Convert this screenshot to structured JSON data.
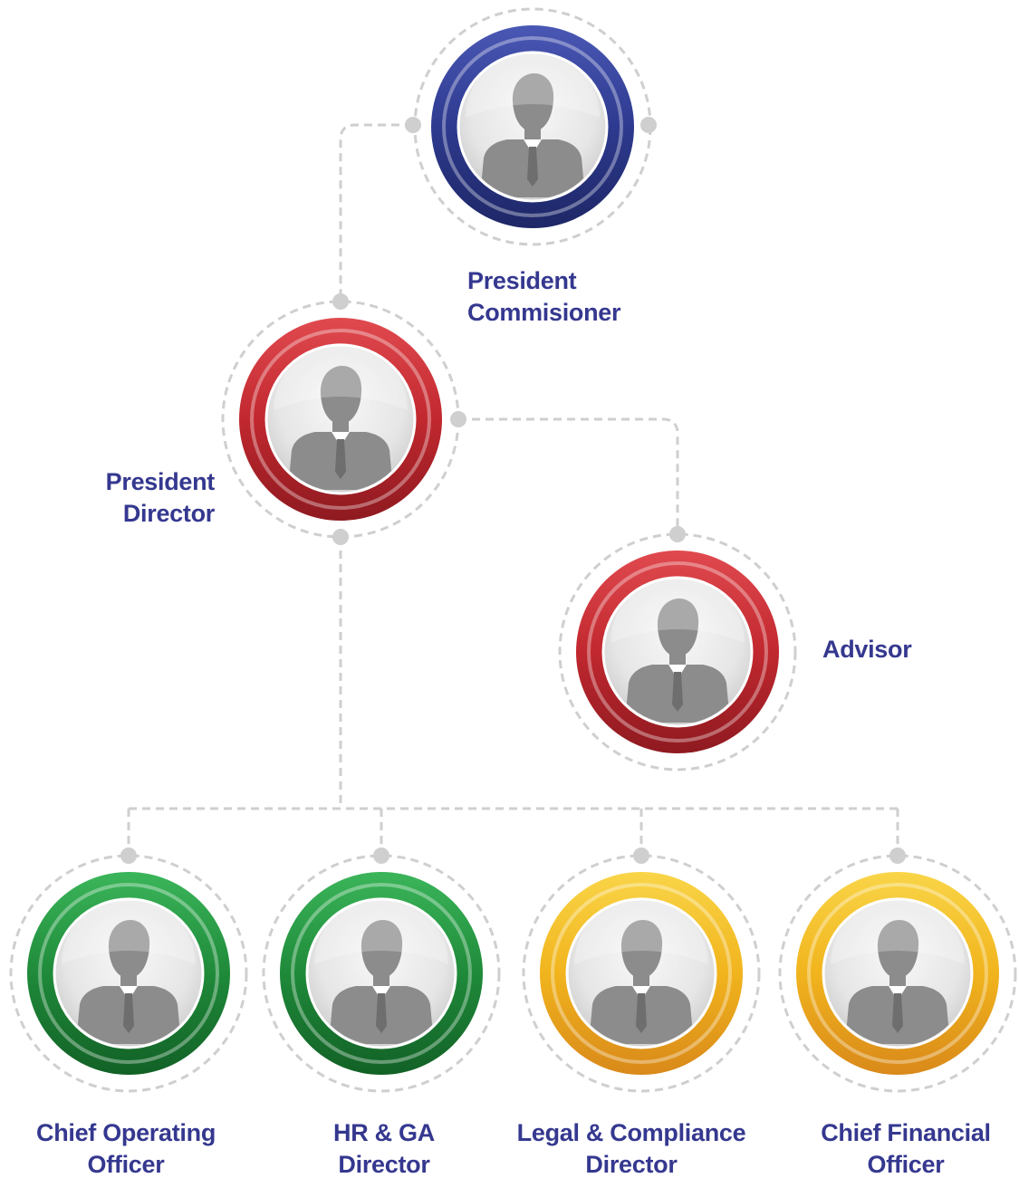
{
  "colors": {
    "label_text": "#35388f",
    "connector": "#cfcfcf",
    "blue_ring": "#2e3a8f",
    "red_ring": "#b8232b",
    "green_ring": "#1f8a3a",
    "yellow_ring": "#f0b31c",
    "avatar_bg": "#e9e9e9",
    "silhouette": "#8c8c8c"
  },
  "nodes": [
    {
      "id": "president-commissioner",
      "ring": "blue",
      "icon": "person-silhouette-icon",
      "label_lines": [
        "President",
        "Commisioner"
      ]
    },
    {
      "id": "president-director",
      "ring": "red",
      "icon": "person-silhouette-icon",
      "label_lines": [
        "President",
        "Director"
      ]
    },
    {
      "id": "advisor",
      "ring": "red",
      "icon": "person-silhouette-icon",
      "label_lines": [
        "Advisor"
      ]
    },
    {
      "id": "chief-operating-officer",
      "ring": "green",
      "icon": "person-silhouette-icon",
      "label_lines": [
        "Chief Operating",
        "Officer"
      ]
    },
    {
      "id": "hr-ga-director",
      "ring": "green",
      "icon": "person-silhouette-icon",
      "label_lines": [
        "HR & GA",
        "Director"
      ]
    },
    {
      "id": "legal-compliance-director",
      "ring": "yellow",
      "icon": "person-silhouette-icon",
      "label_lines": [
        "Legal & Compliance",
        "Director"
      ]
    },
    {
      "id": "chief-financial-officer",
      "ring": "yellow",
      "icon": "person-silhouette-icon",
      "label_lines": [
        "Chief Financial",
        "Officer"
      ]
    }
  ],
  "edges": [
    {
      "from": "president-commissioner",
      "to": "president-director"
    },
    {
      "from": "president-director",
      "to": "advisor"
    },
    {
      "from": "president-director",
      "to": "chief-operating-officer"
    },
    {
      "from": "president-director",
      "to": "hr-ga-director"
    },
    {
      "from": "president-director",
      "to": "legal-compliance-director"
    },
    {
      "from": "president-director",
      "to": "chief-financial-officer"
    }
  ]
}
